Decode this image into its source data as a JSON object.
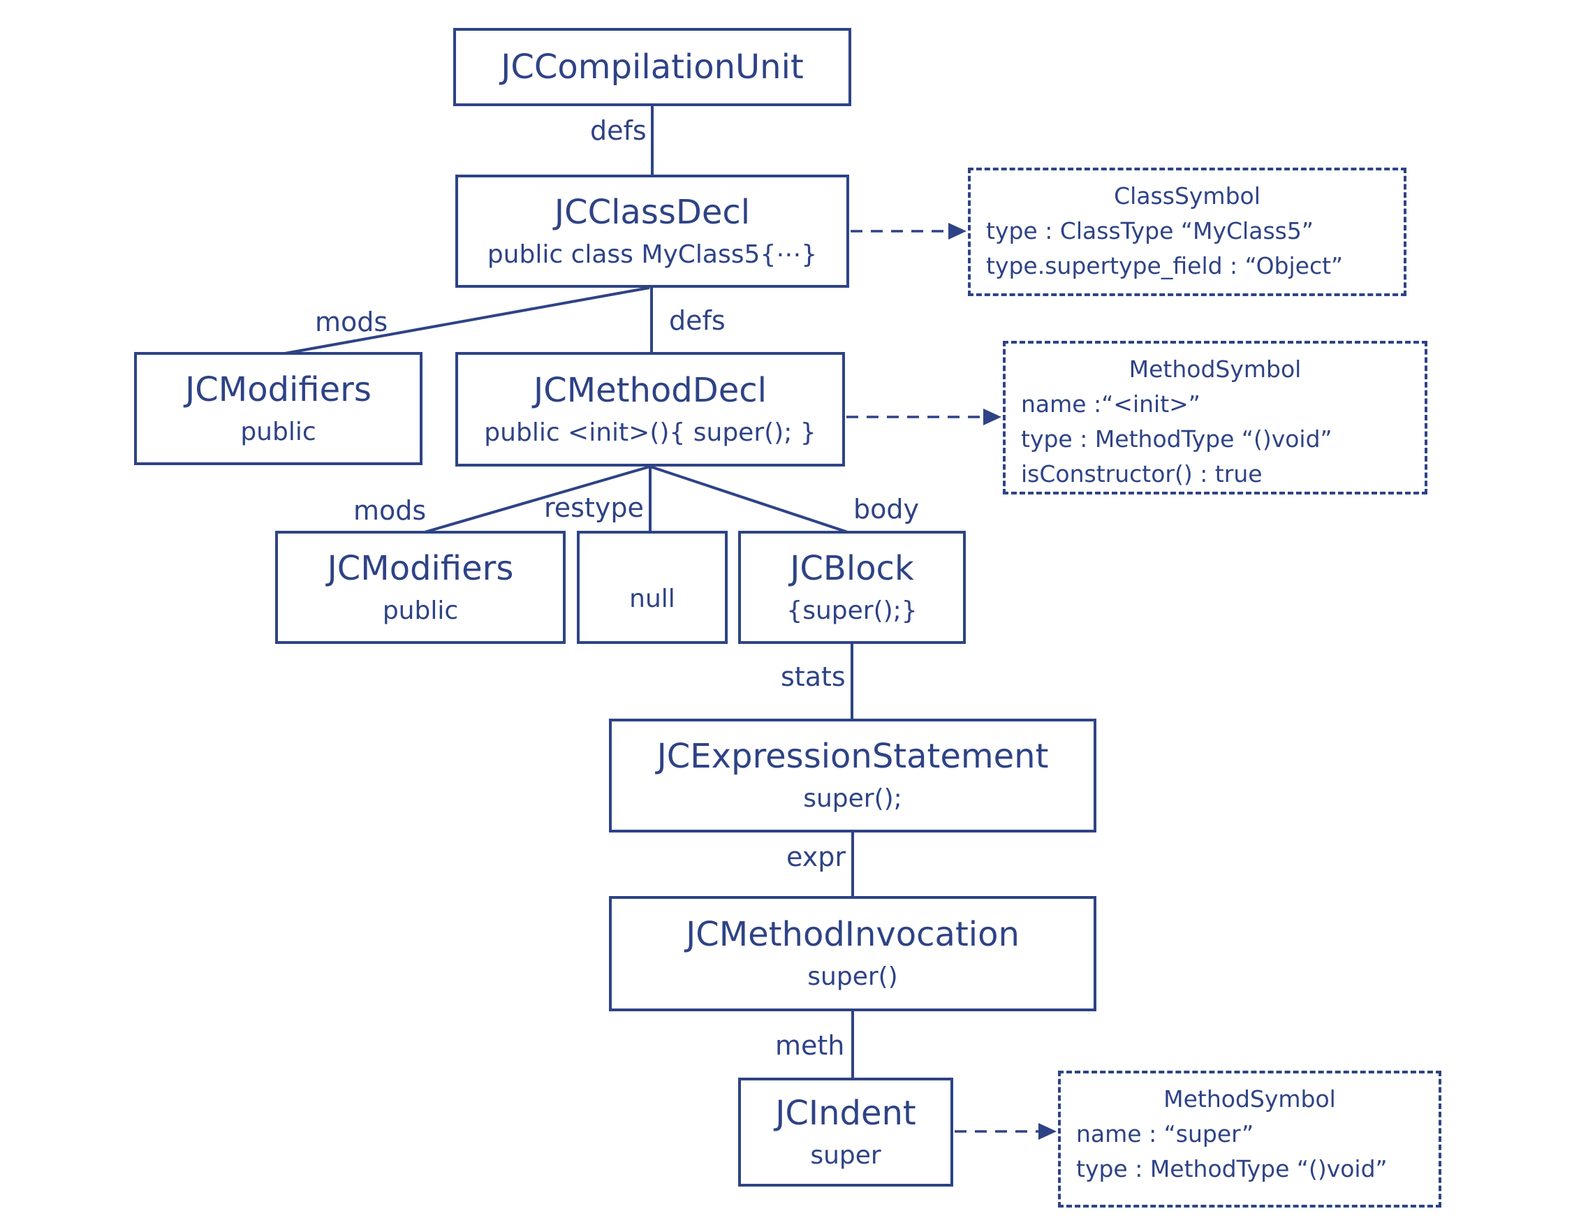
{
  "diagram": {
    "colors": {
      "ink": "#2e4386",
      "background": "#ffffff"
    },
    "nodes": {
      "compilation_unit": {
        "title": "JCCompilationUnit",
        "sub": ""
      },
      "class_decl": {
        "title": "JCClassDecl",
        "sub": "public class MyClass5{⋯}"
      },
      "modifiers_class": {
        "title": "JCModifiers",
        "sub": "public"
      },
      "method_decl": {
        "title": "JCMethodDecl",
        "sub": "public <init>(){ super(); }"
      },
      "modifiers_method": {
        "title": "JCModifiers",
        "sub": "public"
      },
      "null_node": {
        "sub": "null"
      },
      "block": {
        "title": "JCBlock",
        "sub": "{super();}"
      },
      "expression_statement": {
        "title": "JCExpressionStatement",
        "sub": "super();"
      },
      "method_invocation": {
        "title": "JCMethodInvocation",
        "sub": "super()"
      },
      "ident": {
        "title": "JCIndent",
        "sub": "super"
      }
    },
    "edge_labels": {
      "defs_top": "defs",
      "mods_class": "mods",
      "defs_class": "defs",
      "mods_method": "mods",
      "restype": "restype",
      "body": "body",
      "stats": "stats",
      "expr": "expr",
      "meth": "meth"
    },
    "symbols": {
      "class_symbol": {
        "title": "ClassSymbol",
        "lines": [
          "type : ClassType  “MyClass5”",
          "type.supertype_field :  “Object”"
        ]
      },
      "method_symbol_init": {
        "title": "MethodSymbol",
        "lines": [
          "name :“<init>”",
          "type : MethodType “()void”",
          "isConstructor() : true"
        ]
      },
      "method_symbol_super": {
        "title": "MethodSymbol",
        "lines": [
          "name : “super”",
          "type : MethodType “()void”"
        ]
      }
    }
  }
}
